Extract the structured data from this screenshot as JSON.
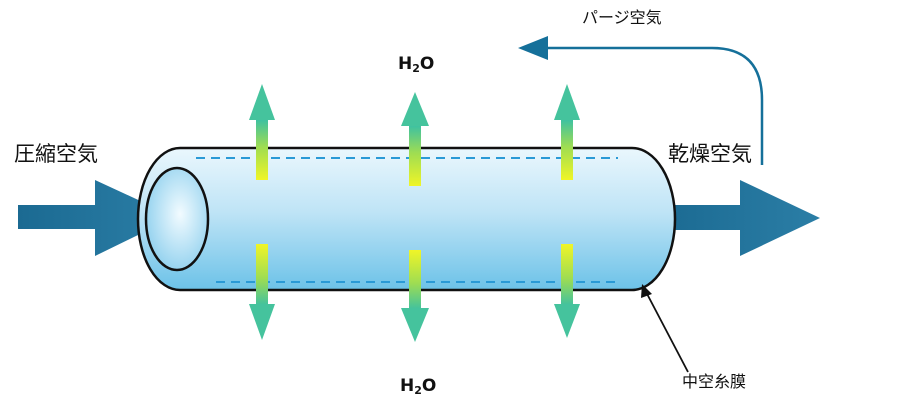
{
  "labels": {
    "compressed_air": "圧縮空気",
    "dry_air": "乾燥空気",
    "purge_air": "パージ空気",
    "hollow_fiber_membrane": "中空糸膜"
  },
  "water": {
    "symbol": "H",
    "subscript": "2",
    "suffix": "O"
  },
  "colors": {
    "flow_arrow": "#1e6f96",
    "purge_line": "#15709a",
    "tube_outline": "#111111",
    "tube_fill_top": "#dff2fb",
    "tube_fill_bottom": "#73c6ea",
    "membrane_dash": "#2a9ad6",
    "permeation_bar": "#e6f22a",
    "permeation_arrow": "#3fbf9a"
  }
}
